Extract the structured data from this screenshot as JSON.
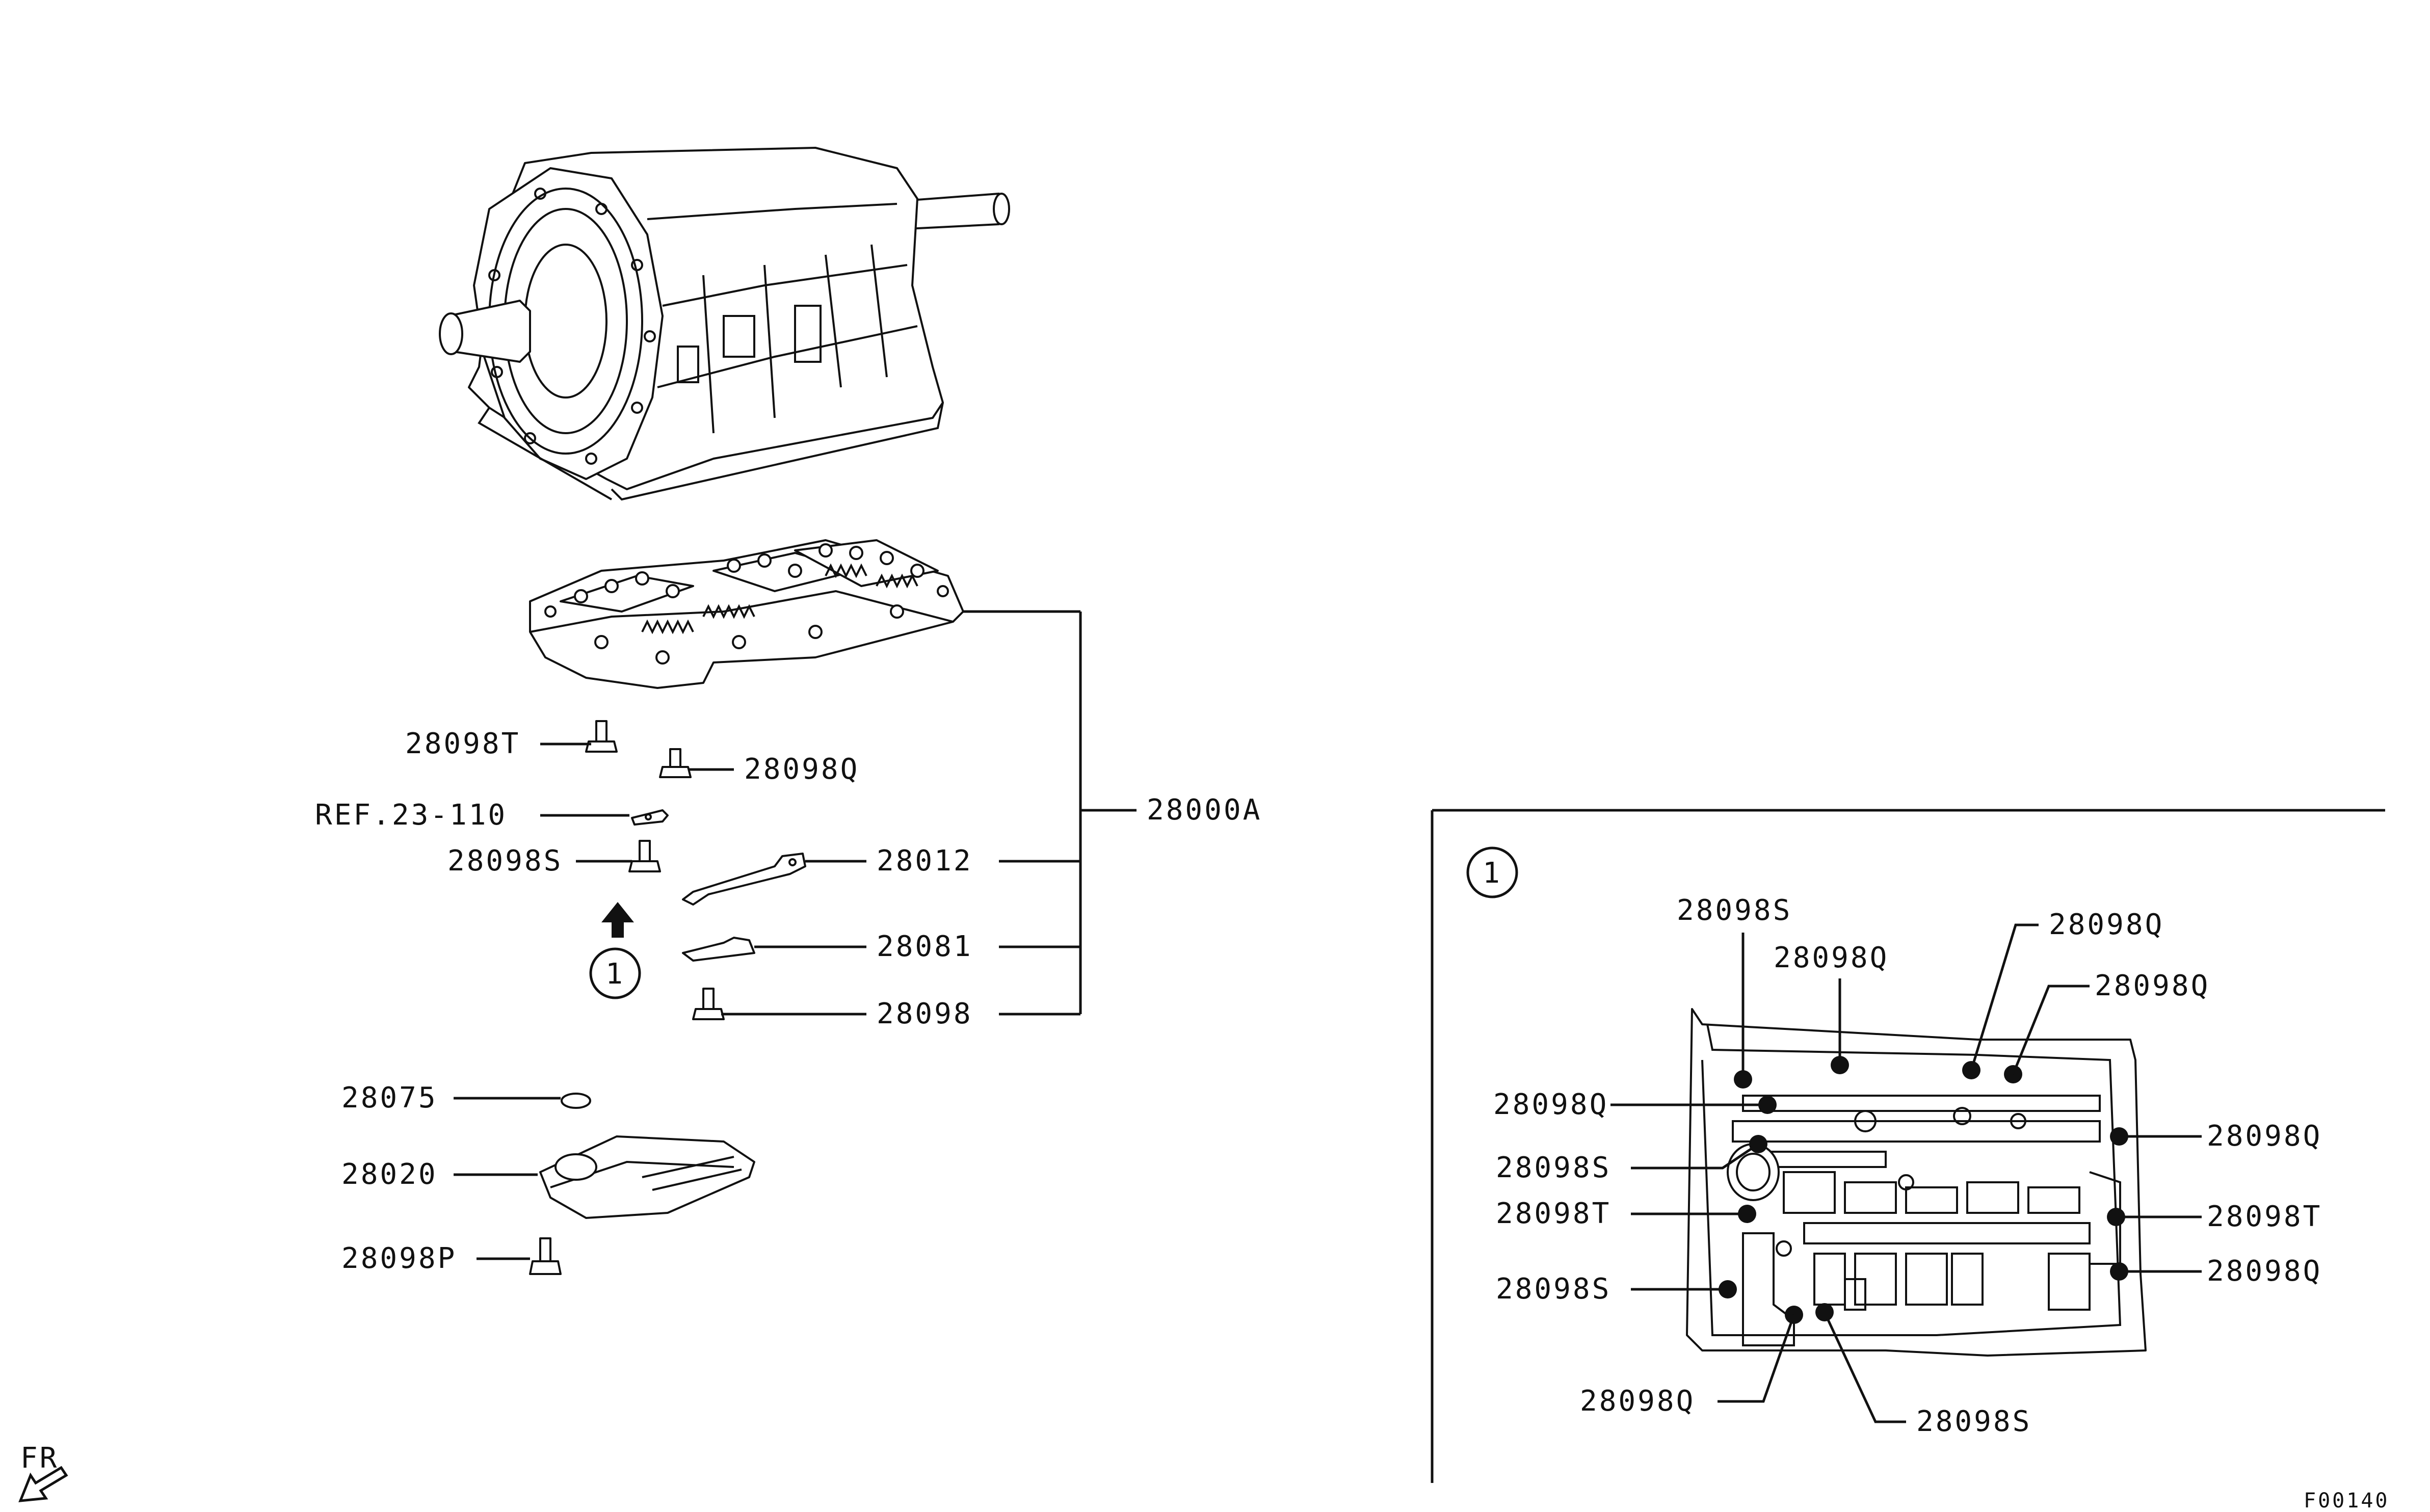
{
  "labels": {
    "t_28098T": "28098T",
    "t_28098Q": "28098Q",
    "ref": "REF.23-110",
    "t_28098S": "28098S",
    "t_28012": "28012",
    "t_28000A": "28000A",
    "t_28081": "28081",
    "t_28098": "28098",
    "t_28075": "28075",
    "t_28020": "28020",
    "t_28098P": "28098P",
    "callout": "1",
    "fr": "FR",
    "code": "F00140"
  },
  "detail": {
    "callout": "1",
    "top_s": "28098S",
    "top_q1": "28098Q",
    "top_q2": "28098Q",
    "top_q3": "28098Q",
    "left_q": "28098Q",
    "left_s1": "28098S",
    "left_t": "28098T",
    "left_s2": "28098S",
    "right_q1": "28098Q",
    "right_t": "28098T",
    "right_q2": "28098Q",
    "bottom_q": "28098Q",
    "bottom_s": "28098S"
  },
  "colors": {
    "ink": "#111111",
    "paper": "#ffffff"
  }
}
